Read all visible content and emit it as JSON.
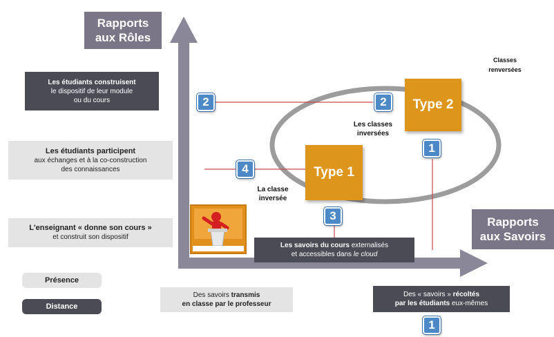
{
  "axes": {
    "y_title_line1": "Rapports",
    "y_title_line2": "aux Rôles",
    "x_title_line1": "Rapports",
    "x_title_line2": "aux Savoirs"
  },
  "classes_renversees": {
    "line1": "Classes",
    "line2": "renversées"
  },
  "role_levels": {
    "top": {
      "line1": "Les étudiants construisent",
      "line2": "le dispositif de leur module",
      "line3": "ou du cours"
    },
    "middle": {
      "line1": "Les étudiants participent",
      "line2": "aux échanges et à la co-construction",
      "line3": "des connaissances"
    },
    "bottom": {
      "line1": "L'enseignant « donne son cours »",
      "line2": "et construit son dispositif"
    }
  },
  "legend": {
    "presence": "Présence",
    "distance": "Distance"
  },
  "knowledge_levels": {
    "left": {
      "line1_pre": "Des savoirs ",
      "line1_bold": "transmis",
      "line2": "en classe par le professeur"
    },
    "middle": {
      "line1_bold": "Les savoirs du cours",
      "line1_post": " externalisés",
      "line2_pre": "et accessibles dans ",
      "line2_italic": "le cloud"
    },
    "right": {
      "line1_pre": "Des « savoirs » ",
      "line1_bold": "récoltés",
      "line2_bold": "par les étudiants",
      "line2_post": " eux-mêmes"
    }
  },
  "types": {
    "type1": "Type 1",
    "type2": "Type 2"
  },
  "captions": {
    "classe_inversee_line1": "La classe",
    "classe_inversee_line2": "inversée",
    "classes_inversees_line1": "Les classes",
    "classes_inversees_line2": "inversées"
  },
  "markers": {
    "role_top": "2",
    "type2_role": "2",
    "role_middle": "4",
    "type1_knowledge": "3",
    "type2_knowledge": "1",
    "knowledge_right": "1"
  },
  "colors": {
    "axis": "#8a8799",
    "type_box": "#dd951b",
    "marker": "#4d88c7",
    "guide_line": "#c94a4a",
    "ellipse": "#9a9a9a",
    "dark_box": "#4a4b55",
    "light_box": "#e4e4e4"
  }
}
